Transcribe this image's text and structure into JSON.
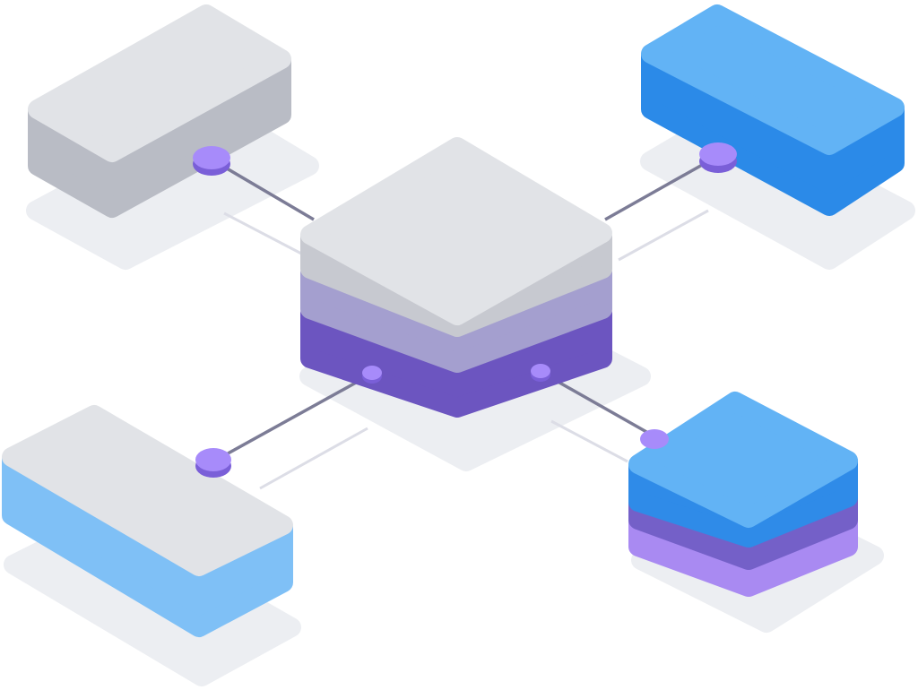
{
  "colors": {
    "background": "#ffffff",
    "shadow": "#eceef2",
    "gray_top": "#e1e3e7",
    "gray_side": "#b9bcc5",
    "blue_top": "#62b3f5",
    "blue_side": "#2b8ae8",
    "light_blue_side": "#7fc0f6",
    "lavender": "#a49fcf",
    "purple": "#6c55c0",
    "violet": "#a78bf0",
    "connector_line": "#7c7c96",
    "connector_node": "#a78bfa"
  },
  "diagram": {
    "nodes": [
      "top-left-block",
      "top-right-block",
      "central-stack",
      "bottom-left-block",
      "bottom-right-stack"
    ],
    "connections": [
      [
        "central-stack",
        "top-left-block"
      ],
      [
        "central-stack",
        "top-right-block"
      ],
      [
        "central-stack",
        "bottom-left-block"
      ],
      [
        "central-stack",
        "bottom-right-stack"
      ]
    ]
  }
}
